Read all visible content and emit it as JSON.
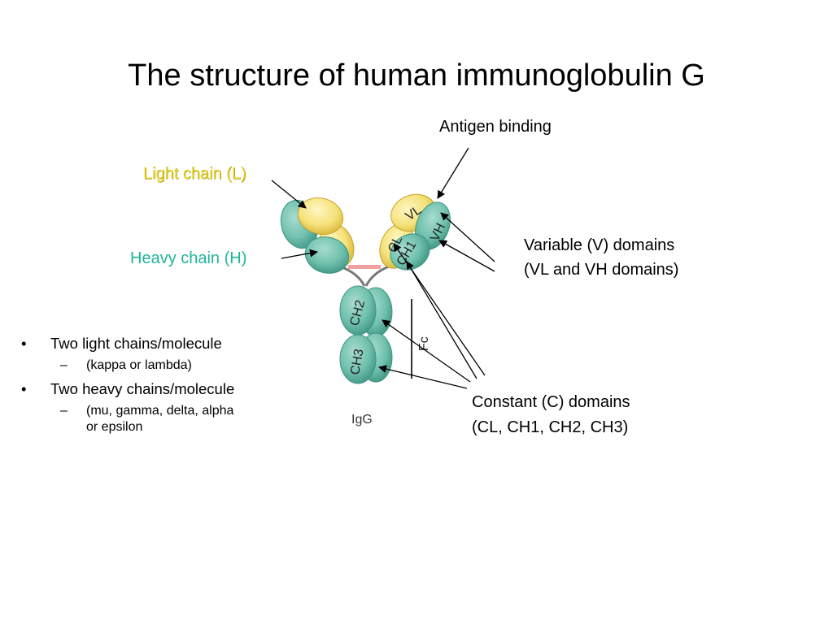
{
  "title": "The structure of human immunoglobulin G",
  "labels": {
    "antigen_binding": "Antigen binding",
    "light_chain": "Light chain (L)",
    "heavy_chain": "Heavy chain (H)",
    "variable_line1": "Variable (V) domains",
    "variable_line2": "(VL and VH domains)",
    "constant_line1": "Constant (C) domains",
    "constant_line2": "(CL, CH1, CH2, CH3)"
  },
  "domains": {
    "vl": "VL",
    "vh": "VH",
    "cl": "CL",
    "ch1": "CH1",
    "ch2": "CH2",
    "ch3": "CH3",
    "fc": "Fc",
    "igg": "IgG"
  },
  "bullets": [
    {
      "text": "Two light chains/molecule",
      "sub": [
        "(kappa or lambda)"
      ]
    },
    {
      "text": "Two heavy chains/molecule",
      "sub": [
        "(mu, gamma, delta, alpha",
        "or epsilon"
      ]
    }
  ],
  "colors": {
    "light_chain": "#f5e27a",
    "heavy_chain": "#6fc0ad",
    "light_label": "#e8d41a",
    "heavy_label": "#1fb59a"
  }
}
